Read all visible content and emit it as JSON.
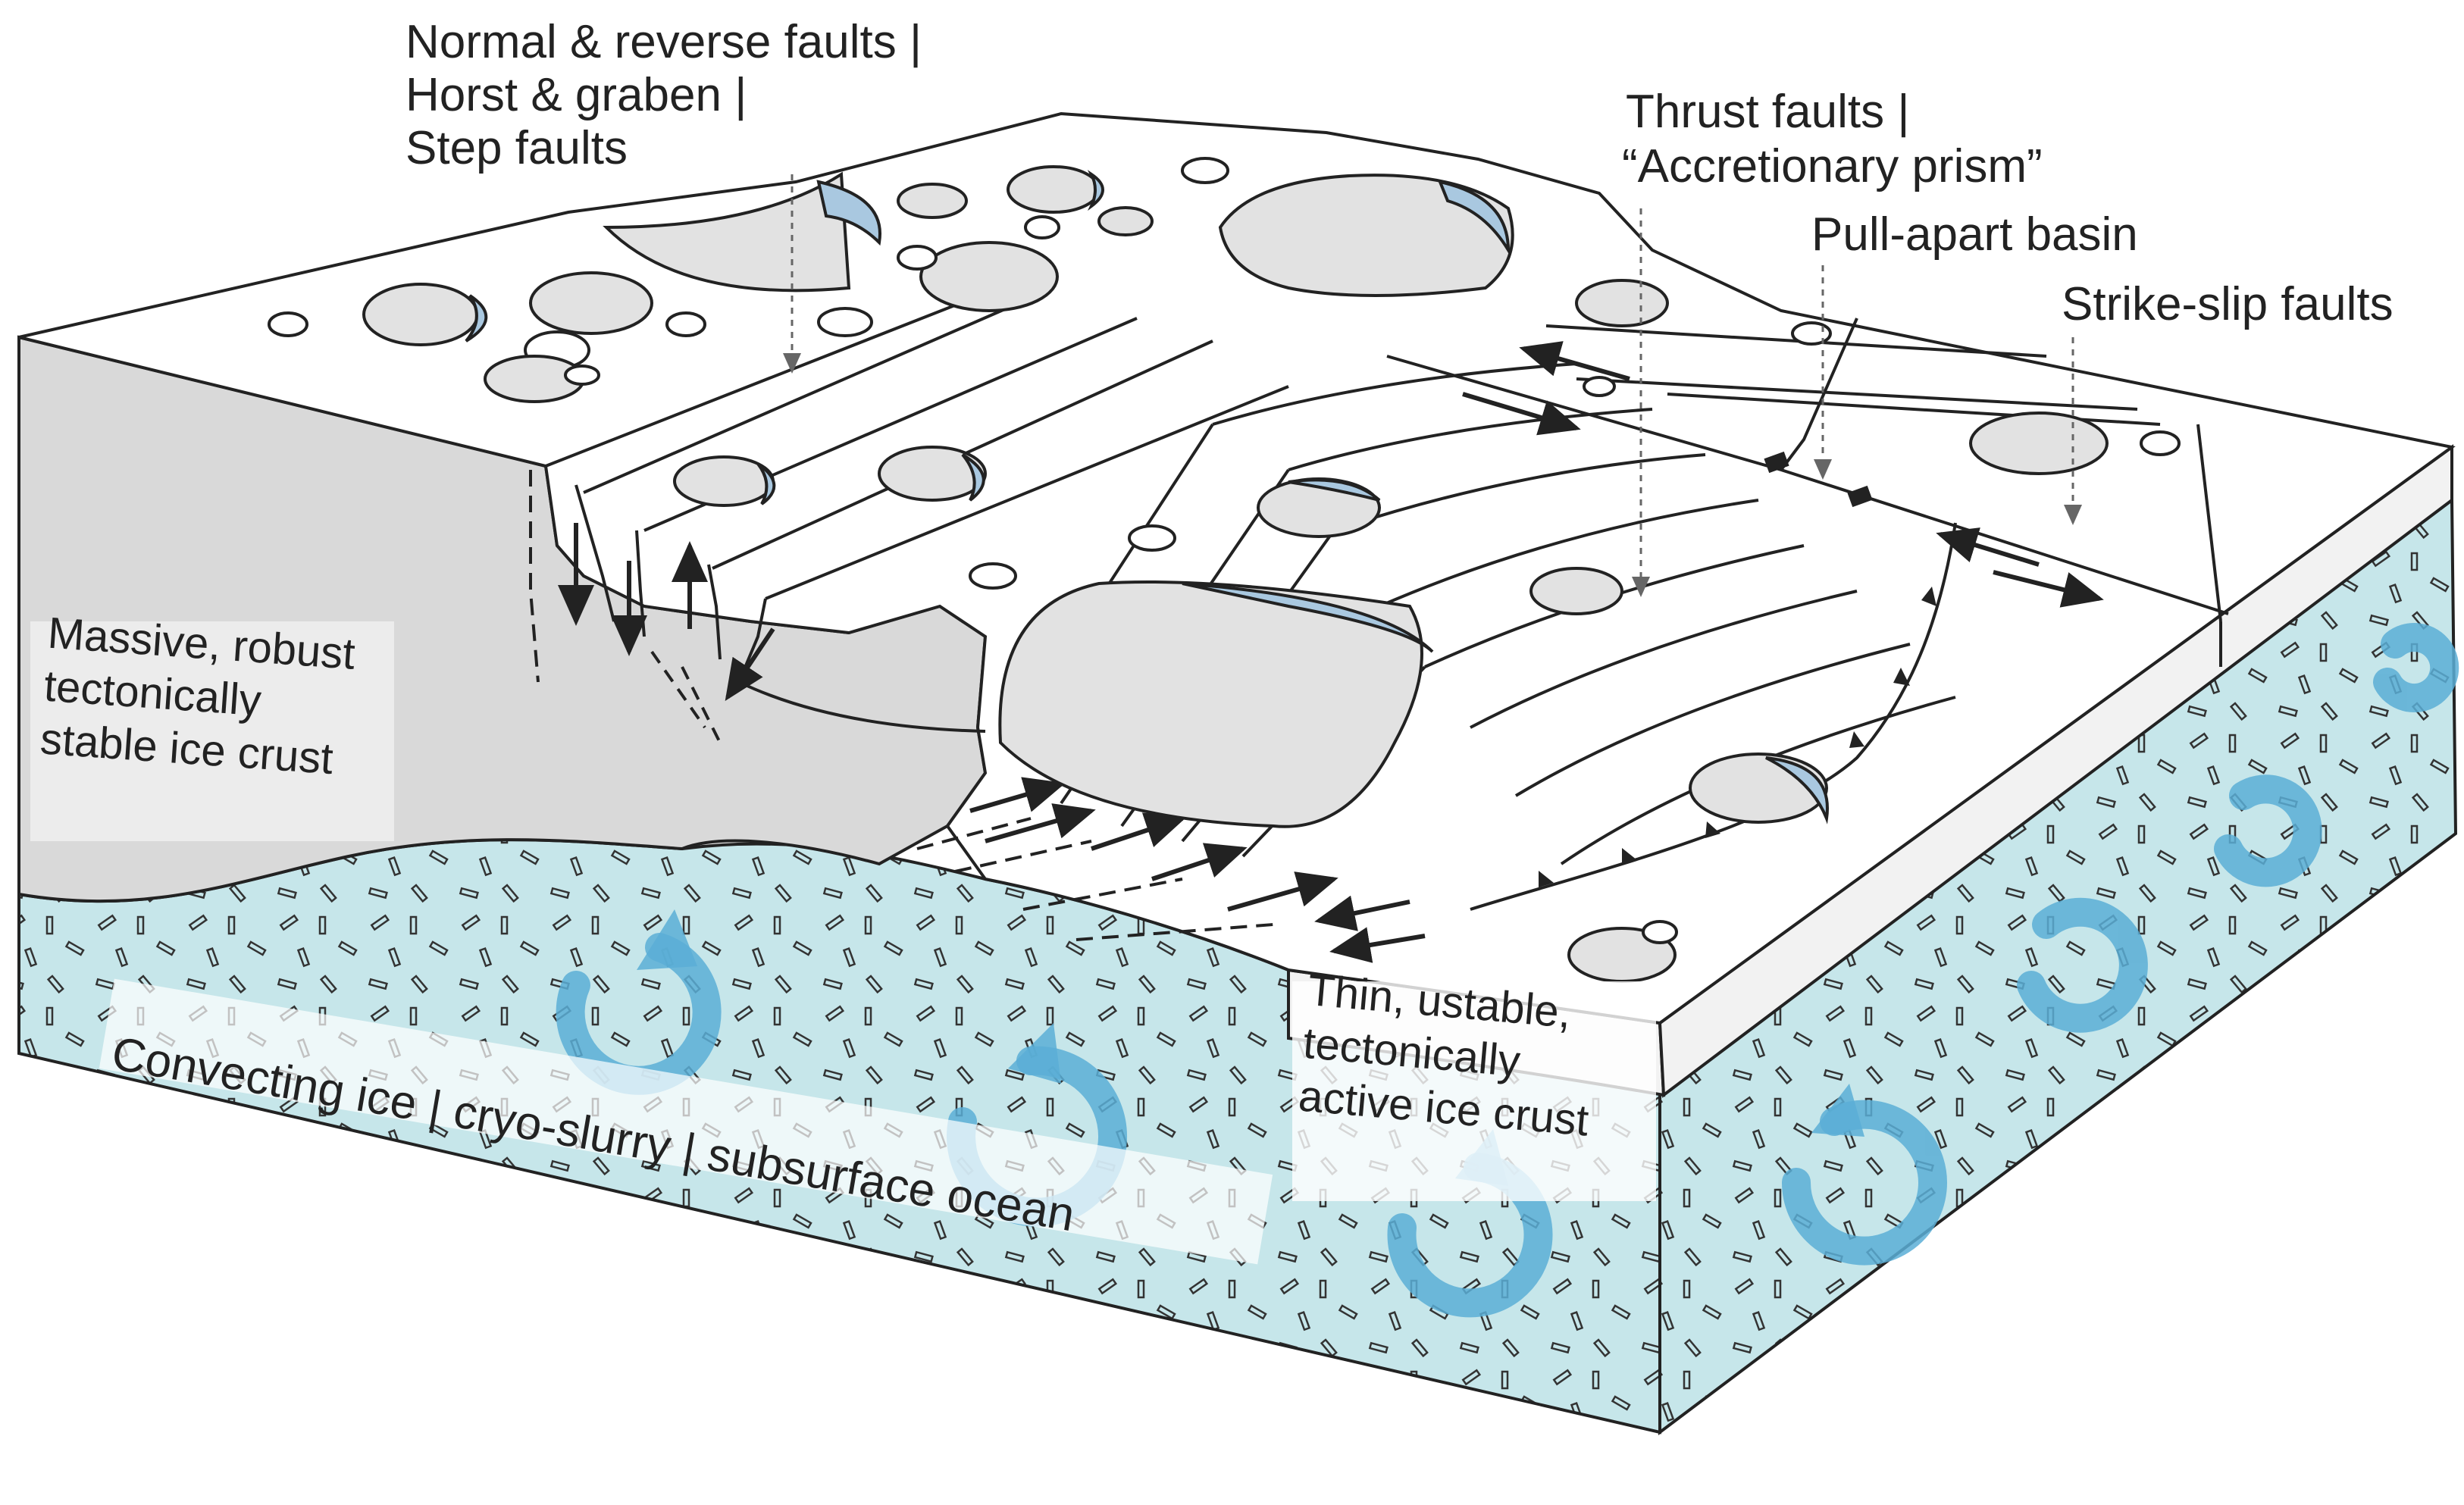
{
  "labels": {
    "normal_faults": [
      "Normal & reverse faults |",
      "Horst & graben |",
      "Step faults"
    ],
    "thrust_faults": [
      "Thrust faults |",
      "“Accretionary prism”"
    ],
    "pull_apart": "Pull-apart basin",
    "strike_slip": "Strike-slip faults",
    "stable_crust": [
      "Massive, robust",
      "tectonically",
      "stable ice crust"
    ],
    "thin_crust": [
      "Thin, ustable,",
      "tectonically",
      "active ice crust"
    ],
    "convecting": "Convecting ice | cryo-slurry | subsurface ocean"
  },
  "colors": {
    "ice_surface": "#ffffff",
    "crust_section": "#d9d9d9",
    "ocean_fill": "#c6e6ea",
    "convection_arrow": "#5aaed6",
    "crater_fill": "#e2e2e2",
    "crater_shadow": "#a9c8e0",
    "outline": "#222222"
  },
  "icons": {
    "convection": "circular-arrow-icon",
    "fault_motion": "half-arrow-icon",
    "thrust_teeth": "triangle-tick-icon"
  }
}
